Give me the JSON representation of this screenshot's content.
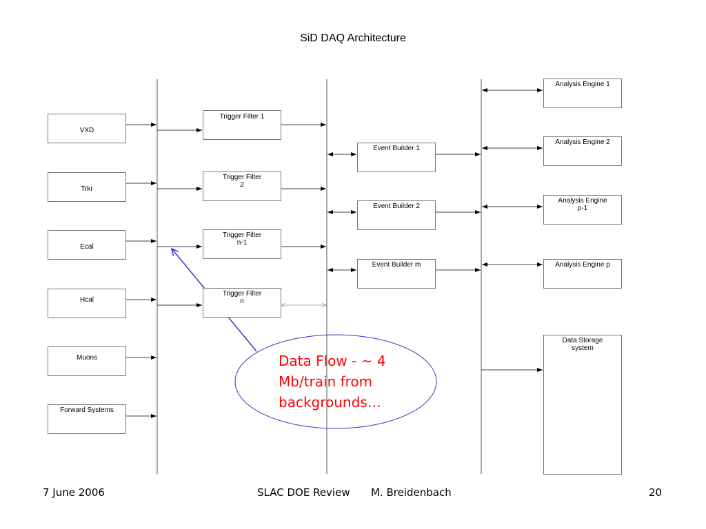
{
  "slide": {
    "title": "SiD DAQ Architecture",
    "callout_text": "Data Flow - ~ 4\nMb/train from\nbackgrounds…",
    "footer": {
      "date": "7 June 2006",
      "event": "SLAC DOE Review",
      "author": "M. Breidenbach",
      "page_number": "20"
    }
  },
  "detectors": [
    "VXD",
    "Trkr",
    "Ecal",
    "Hcal",
    "Muons",
    "Forward Systems"
  ],
  "trigger_filters": [
    "Trigger Filter 1",
    "Trigger Filter\n2",
    "Trigger Filter\nn-1",
    "Trigger Filter\nn"
  ],
  "event_builders": [
    "Event Builder 1",
    "Event Builder 2",
    "Event Builder m"
  ],
  "analysis_engines": [
    "Analysis Engine 1",
    "Analysis Engine 2",
    "Analysis Engine\np-1",
    "Analysis Engine p"
  ],
  "storage": "Data Storage\nsystem",
  "colors": {
    "callout_text": "#ff0000",
    "callout_outline": "#3333cc"
  }
}
